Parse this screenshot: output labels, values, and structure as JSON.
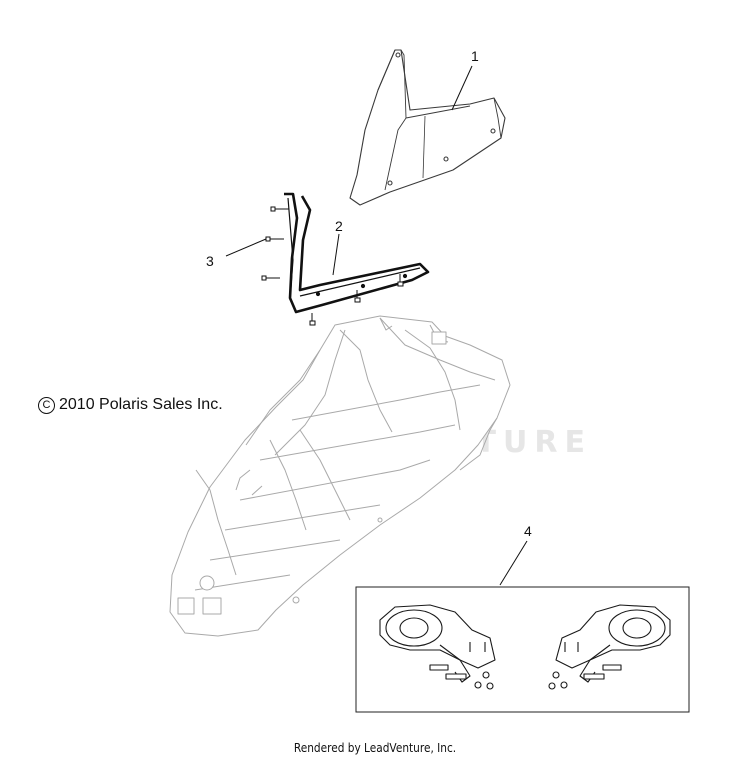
{
  "diagram": {
    "callouts": [
      {
        "id": "1",
        "label": "1"
      },
      {
        "id": "2",
        "label": "2"
      },
      {
        "id": "3",
        "label": "3"
      },
      {
        "id": "4",
        "label": "4"
      }
    ],
    "copyright": "2010 Polaris Sales Inc.",
    "copyright_symbol": "C",
    "watermark": "LEADVENTURE",
    "footer": "Rendered by LeadVenture, Inc."
  }
}
